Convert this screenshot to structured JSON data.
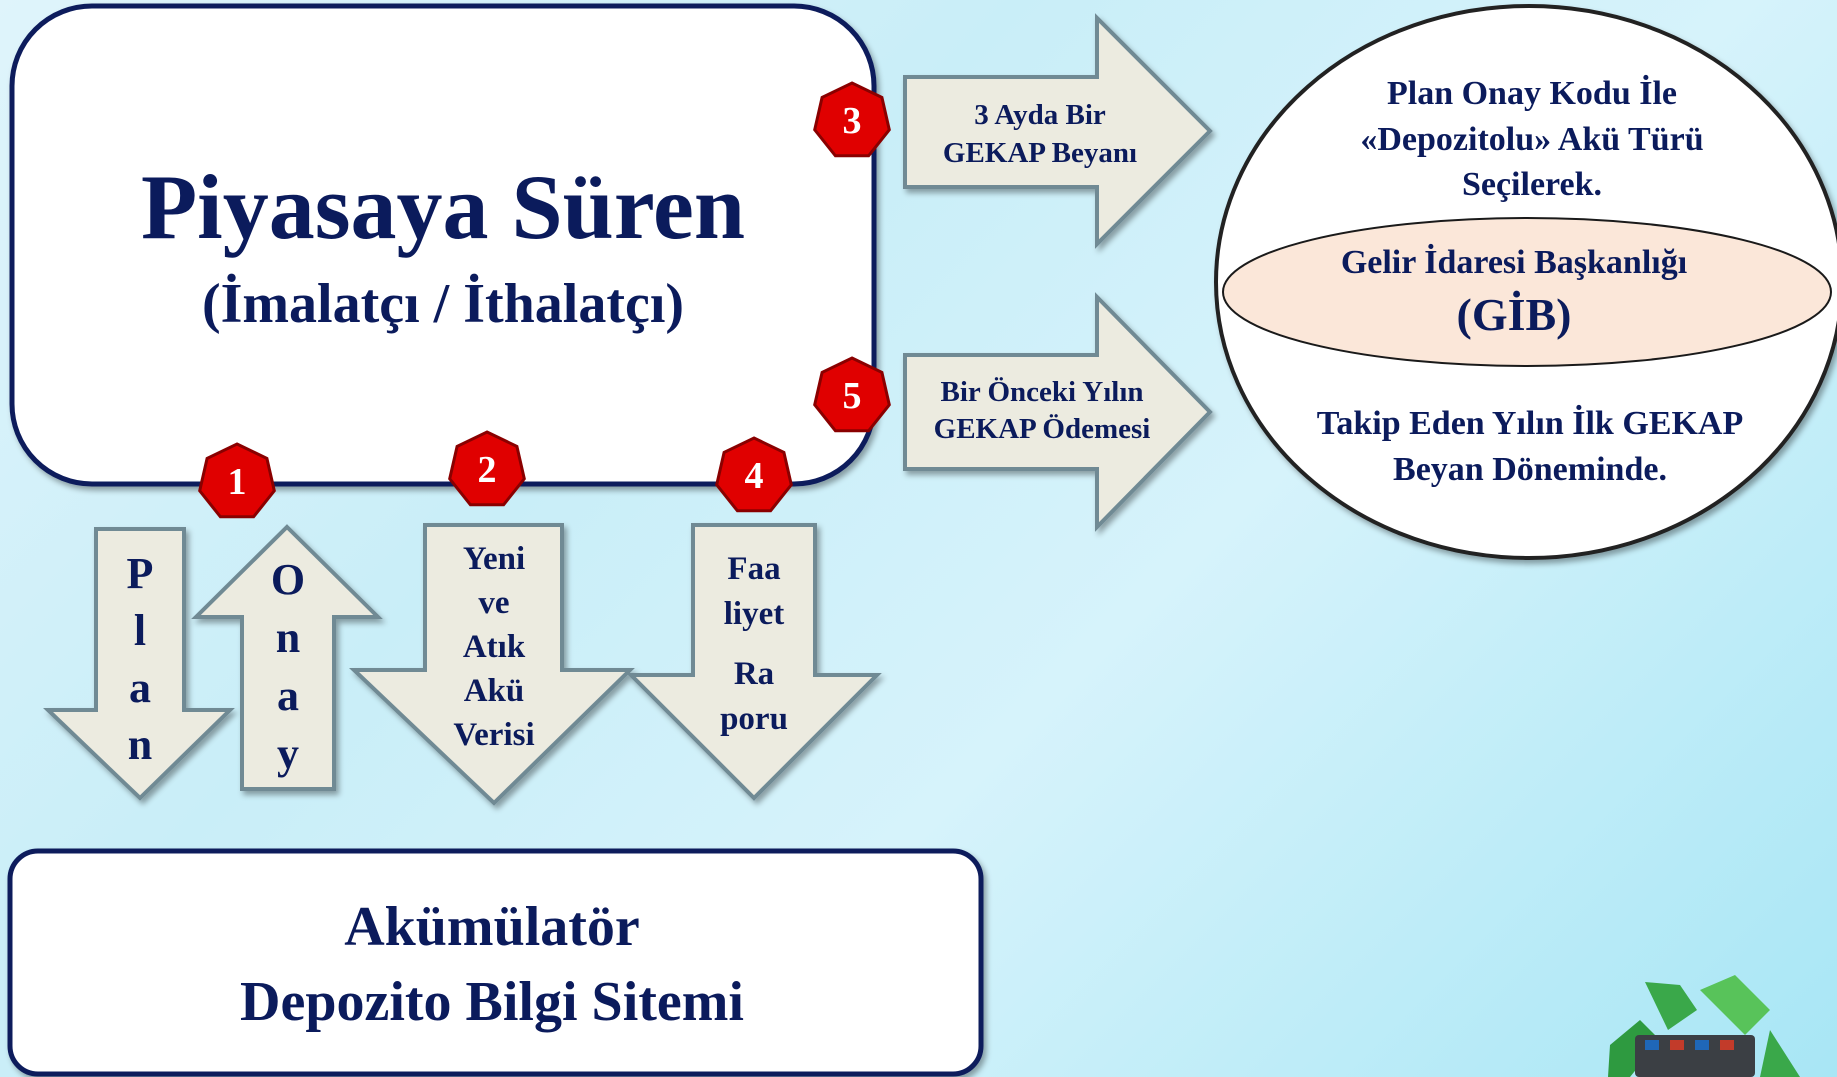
{
  "main_box": {
    "title": "Piyasaya Süren",
    "subtitle": "(İmalatçı / İthalatçı)"
  },
  "bottom_box": {
    "line1": "Akümülatör",
    "line2": "Depozito Bilgi Sitemi"
  },
  "arrows": {
    "plan": [
      "P",
      "l",
      "a",
      "n"
    ],
    "onay": [
      "O",
      "n",
      "a",
      "y"
    ],
    "yeni": [
      "Yeni",
      "ve",
      "Atık",
      "Akü",
      "Verisi"
    ],
    "faaliyet": [
      "Faa",
      "liyet",
      "Ra",
      "poru"
    ],
    "beyan": [
      "3 Ayda Bir",
      "GEKAP Beyanı"
    ],
    "odeme": [
      "Bir Önceki Yılın",
      "GEKAP Ödemesi"
    ]
  },
  "badges": {
    "b1": "1",
    "b2": "2",
    "b3": "3",
    "b4": "4",
    "b5": "5"
  },
  "gib_circle": {
    "top": [
      "Plan Onay Kodu İle",
      "«Depozitolu» Akü  Türü",
      "Seçilerek."
    ],
    "inner_line1": "Gelir İdaresi Başkanlığı",
    "inner_line2": "(GİB)",
    "bottom": [
      "Takip Eden Yılın İlk GEKAP",
      "Beyan Döneminde."
    ]
  },
  "colors": {
    "navy": "#0b1b5c",
    "badge_red": "#e00000",
    "arrow_fill": "#ecebe0",
    "arrow_stroke": "#6f8a94",
    "ellipse_fill": "#fbe7d9"
  },
  "icons": {
    "recycle": "recycle-battery-icon"
  }
}
